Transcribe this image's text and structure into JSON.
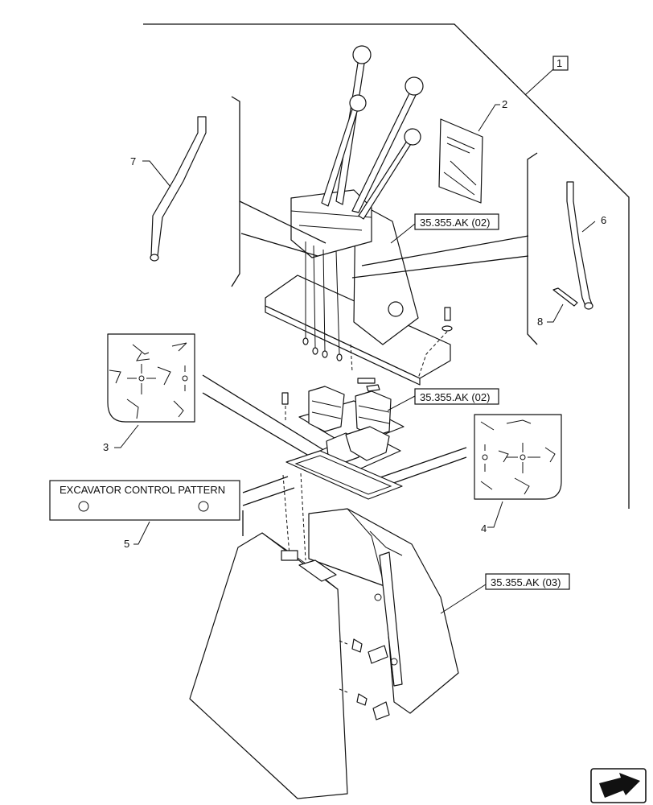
{
  "diagram": {
    "main_callout": "1",
    "callouts": {
      "c2": "2",
      "c3": "3",
      "c4": "4",
      "c5": "5",
      "c6": "6",
      "c7": "7",
      "c8": "8"
    },
    "references": {
      "ref_valve_upper": "35.355.AK (02)",
      "ref_boots": "35.355.AK (02)",
      "ref_console": "35.355.AK (03)"
    },
    "decal_label": "EXCAVATOR CONTROL PATTERN",
    "nav_icon": "next-page-arrow-icon"
  }
}
